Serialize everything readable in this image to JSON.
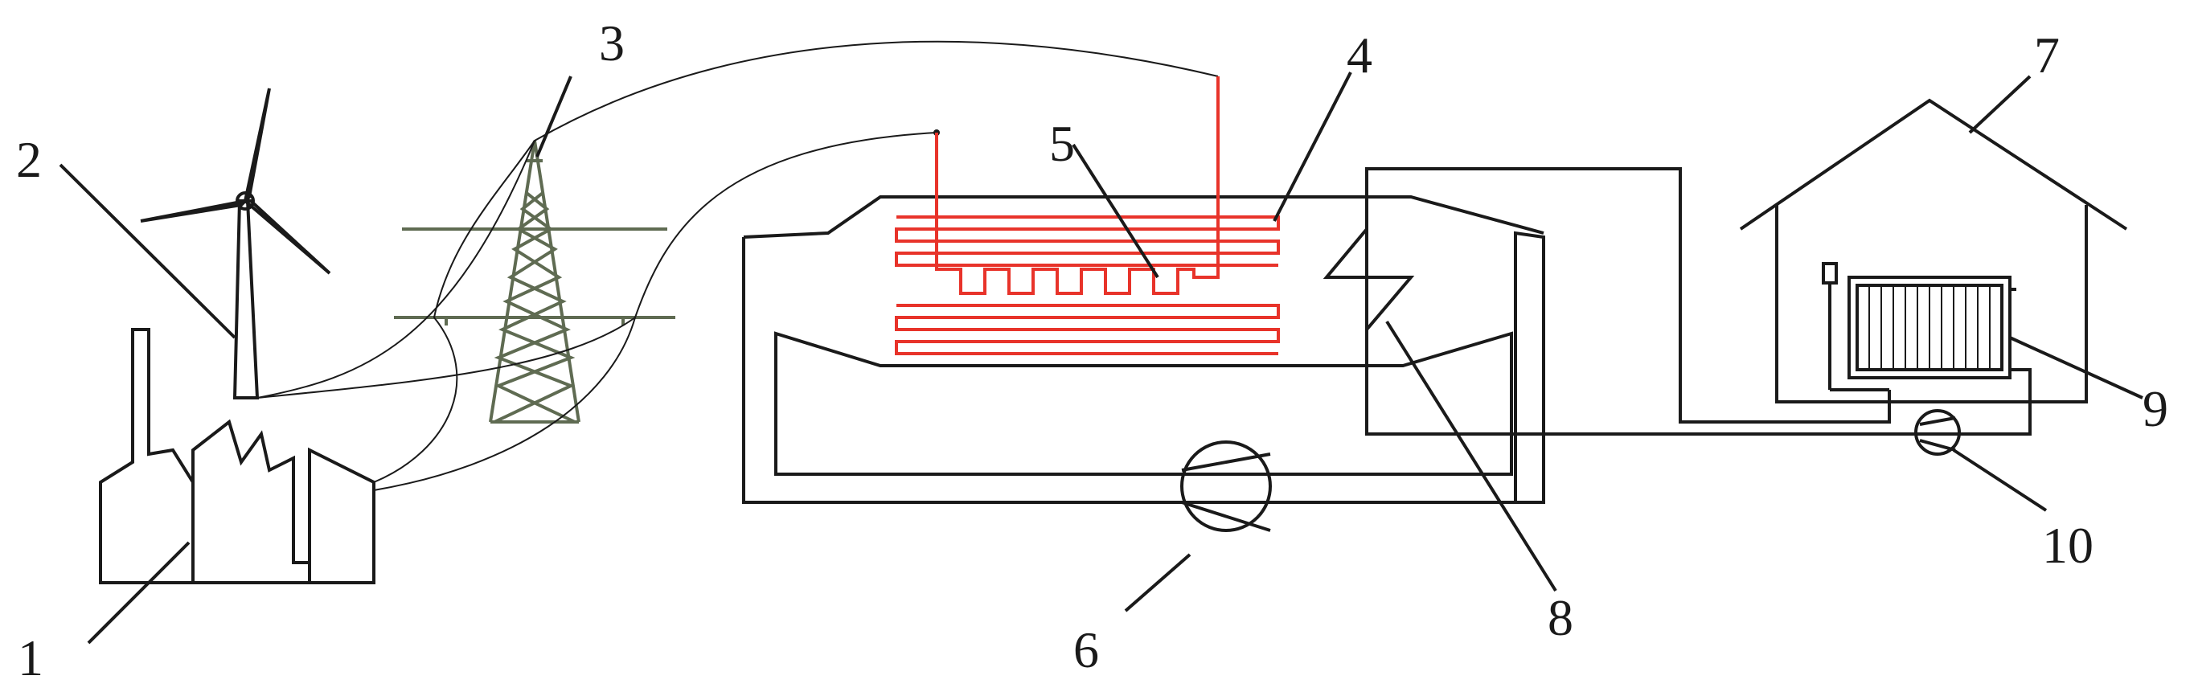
{
  "diagram": {
    "labels": {
      "l1": "1",
      "l2": "2",
      "l3": "3",
      "l4": "4",
      "l5": "5",
      "l6": "6",
      "l7": "7",
      "l8": "8",
      "l9": "9",
      "l10": "10"
    },
    "colors": {
      "line": "#1a1a1a",
      "heating_element": "#e8332a",
      "tower": "#5f6b52"
    }
  }
}
